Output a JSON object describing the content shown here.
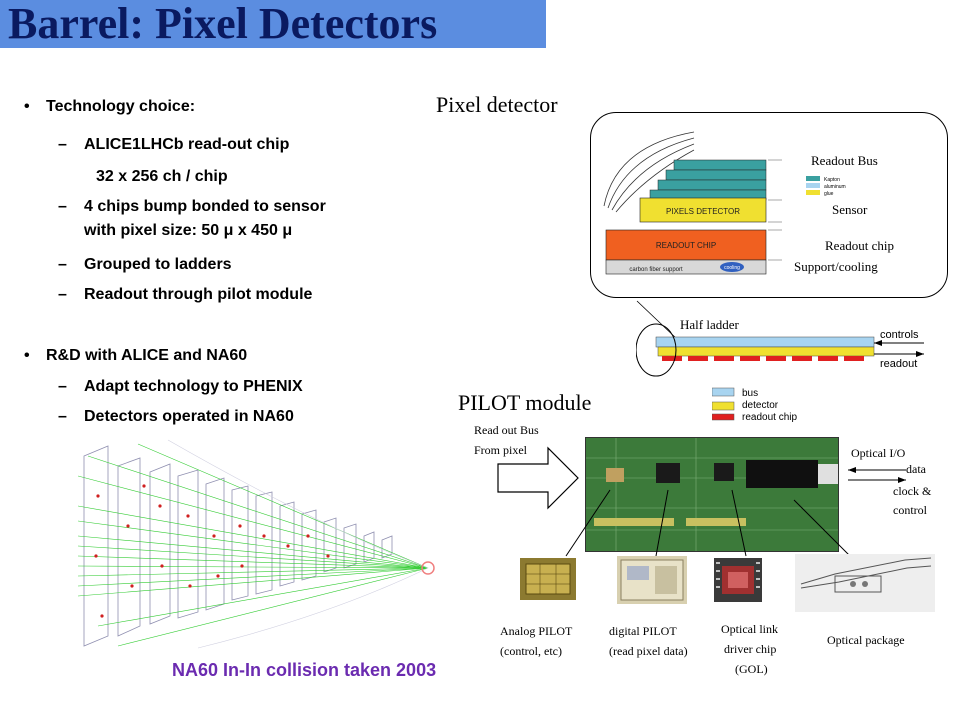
{
  "title": "Barrel: Pixel Detectors",
  "bullets": [
    {
      "text": "Technology choice:",
      "subs": [
        "ALICE1LHCb read-out chip",
        "32 x 256 ch / chip",
        "4 chips bump bonded to sensor",
        "with pixel size: 50 μ x 450 μ",
        "Grouped to ladders",
        "Readout through pilot module"
      ]
    },
    {
      "text": "R&D with ALICE and NA60",
      "subs": [
        "Adapt technology to PHENIX",
        "Detectors operated in NA60"
      ]
    }
  ],
  "bullet_marker": "•",
  "dash": "–",
  "caption": "NA60 In-In collision taken 2003",
  "pixel_detector": {
    "heading": "Pixel detector",
    "labels": {
      "readout_bus": "Readout Bus",
      "sensor": "Sensor",
      "readout_chip": "Readout chip",
      "support": "Support/cooling"
    },
    "diagram_text": {
      "pixels": "PIXELS DETECTOR",
      "chip": "READOUT CHIP",
      "carbon": "carbon fiber support",
      "cooling": "cooling",
      "kapton": "Kapton",
      "aluminum": "aluminum",
      "glue": "glue"
    },
    "half_ladder": "Half ladder",
    "controls": "controls",
    "readout": "readout"
  },
  "pilot": {
    "heading": "PILOT module",
    "legend": [
      "bus",
      "detector",
      "readout chip"
    ],
    "read_out_bus": "Read out Bus",
    "from_pixel": "From pixel",
    "optical_io": "Optical I/O",
    "data": "data",
    "clock": "clock &",
    "control": "control",
    "components": [
      {
        "line1": "Analog PILOT",
        "line2": "(control, etc)"
      },
      {
        "line1": "digital PILOT",
        "line2": "(read pixel data)"
      },
      {
        "line1": "Optical link",
        "line2": "driver chip",
        "line3": "(GOL)"
      },
      {
        "line1": "Optical package"
      }
    ]
  },
  "colors": {
    "title_bar": "#5B8DE0",
    "title_text": "#0A1A60",
    "caption": "#6B2BB0",
    "bus": "#A8D4F0",
    "detector": "#F0E030",
    "readout_chip": "#E02020",
    "chip_orange": "#F06020"
  }
}
